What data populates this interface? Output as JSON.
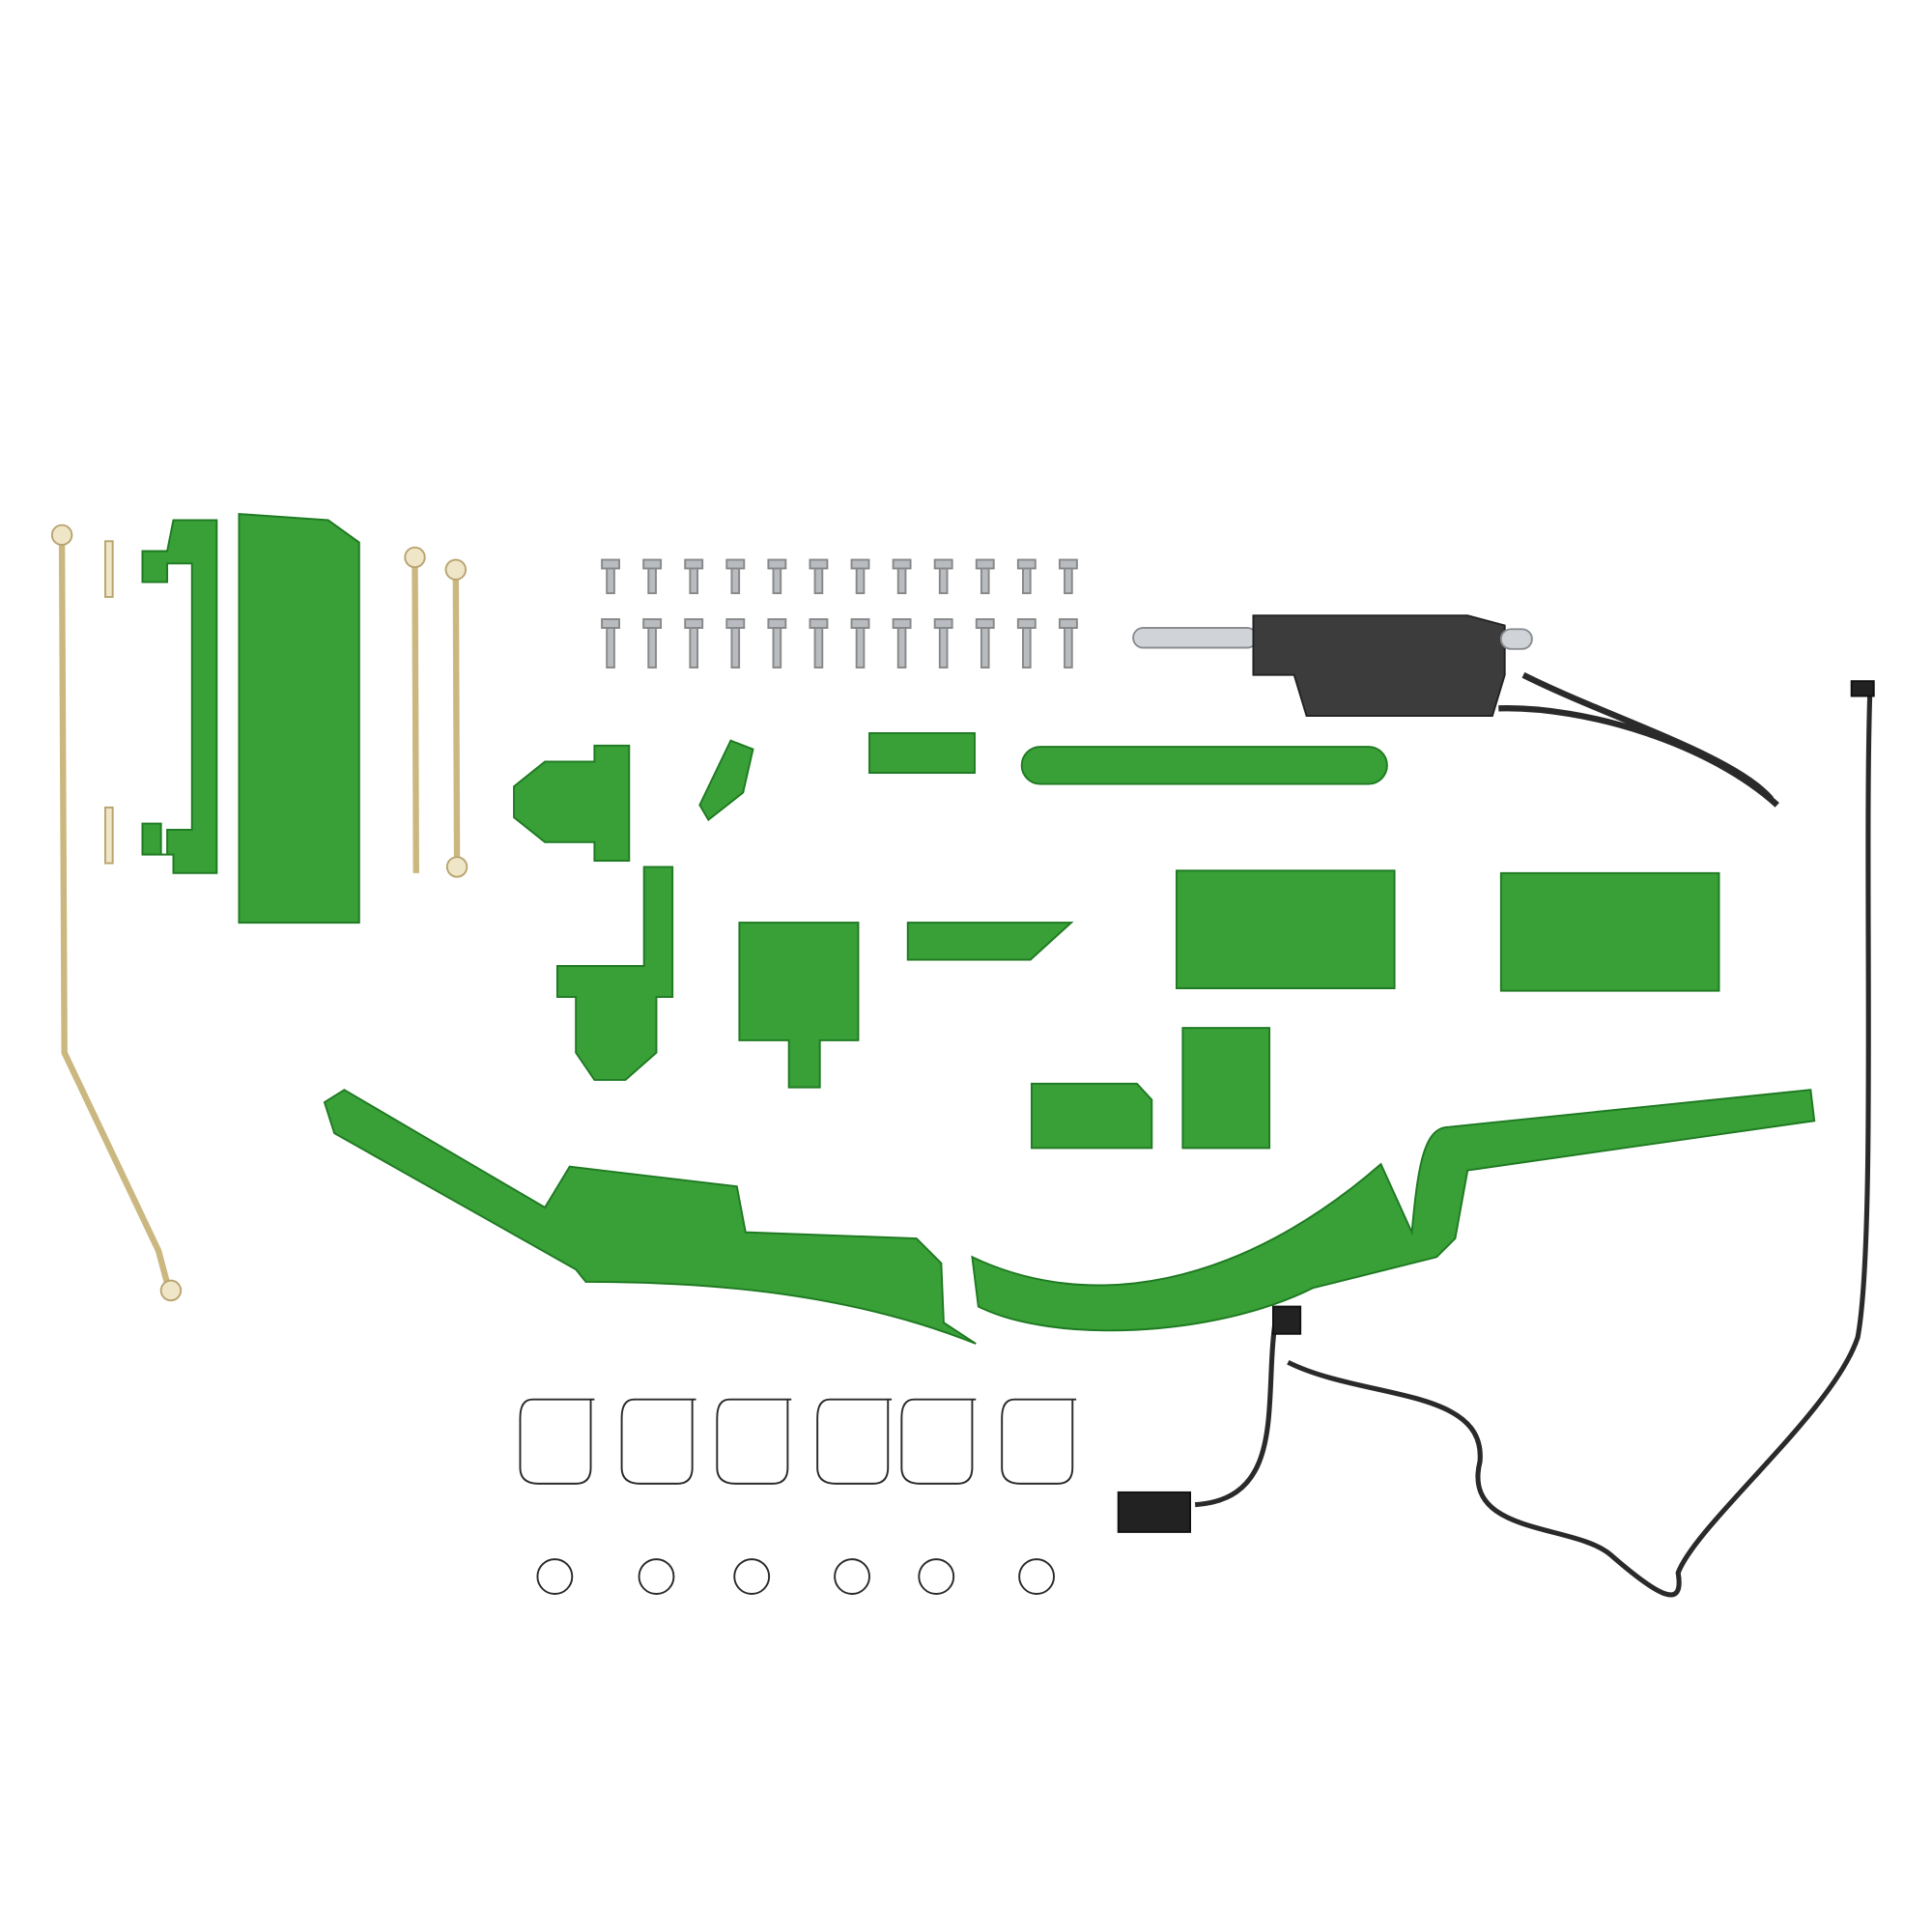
{
  "scene": {
    "background": "#ffffff",
    "colors": {
      "green_part": "#38a037",
      "green_edge": "#1f7a22",
      "rod_brass": "#d8c89a",
      "hardware_silver": "#b8bcc0",
      "actuator_dark": "#3c3c3c",
      "wire": "#2a2a2a"
    },
    "bolt_rows": 2,
    "bolts_per_row": 12,
    "clip_count": 6,
    "ring_count": 6
  }
}
